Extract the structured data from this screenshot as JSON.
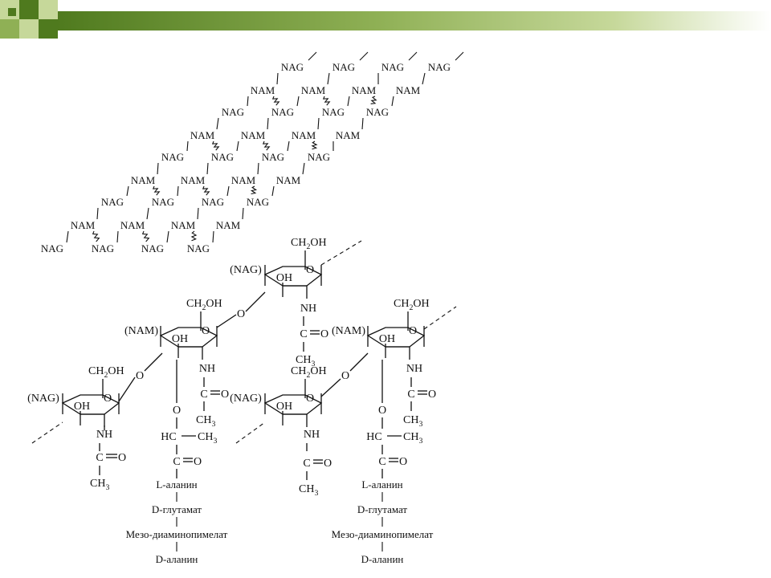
{
  "header": {
    "colors": {
      "dark": "#4f7a1e",
      "mid": "#8fb055",
      "light": "#c6d89a",
      "fade": "#ffffff"
    }
  },
  "lattice_labels": {
    "nag": "NAG",
    "nam": "NAM"
  },
  "structure": {
    "nag_label": "(NAG)",
    "nam_label": "(NAM)",
    "ch2oh": "CH",
    "ch2oh_sub": "2",
    "ch2oh_tail": "OH",
    "oh": "OH",
    "o": "O",
    "nh": "NH",
    "c": "C",
    "ch3": "CH",
    "ch3_sub": "3",
    "hc": "HC",
    "peptide": [
      "L-аланин",
      "D-глутамат",
      "Мезо-диаминопимелат",
      "D-аланин"
    ]
  }
}
